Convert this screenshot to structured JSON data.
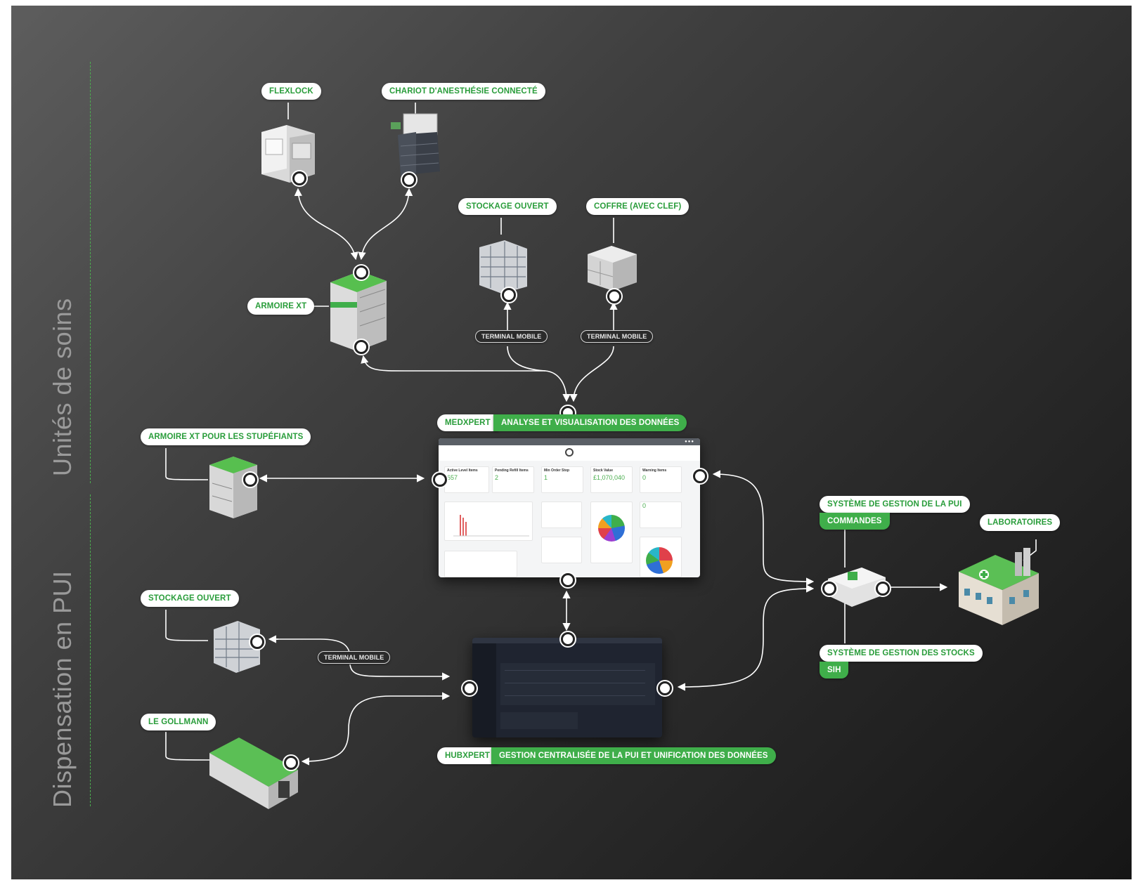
{
  "sections": {
    "top": "Unités de soins",
    "bottom": "Dispensation en PUI"
  },
  "labels": {
    "flexlock": "FLEXLOCK",
    "chariot": "CHARIOT D'ANESTHÉSIE CONNECTÉ",
    "stockage_ouvert_top": "STOCKAGE OUVERT",
    "coffre": "COFFRE (AVEC CLEF)",
    "armoire_xt": "ARMOIRE XT",
    "terminal_mobile_1": "TERMINAL MOBILE",
    "terminal_mobile_2": "TERMINAL MOBILE",
    "terminal_mobile_3": "TERMINAL MOBILE",
    "armoire_stup": "ARMOIRE XT POUR LES STUPÉFIANTS",
    "medxpert": "MEDXPERT",
    "medxpert_desc": "ANALYSE ET VISUALISATION DES DONNÉES",
    "stockage_ouvert_bottom": "STOCKAGE OUVERT",
    "le_gollmann": "LE GOLLMANN",
    "hubxpert": "HUBXPERT",
    "hubxpert_desc": "GESTION CENTRALISÉE DE LA PUI ET UNIFICATION DES DONNÉES",
    "sgpui": "SYSTÈME DE GESTION DE LA PUI",
    "commandes": "COMMANDES",
    "sgstocks": "SYSTÈME DE GESTION DES STOCKS",
    "sih": "SIH",
    "laboratoires": "LABORATOIRES"
  },
  "dashboard": {
    "values": [
      "657",
      "2",
      "1",
      "£1,070,040",
      "0"
    ],
    "side_value": "0"
  },
  "colors": {
    "accent": "#3fae4a",
    "background": "#2e2e2e"
  }
}
